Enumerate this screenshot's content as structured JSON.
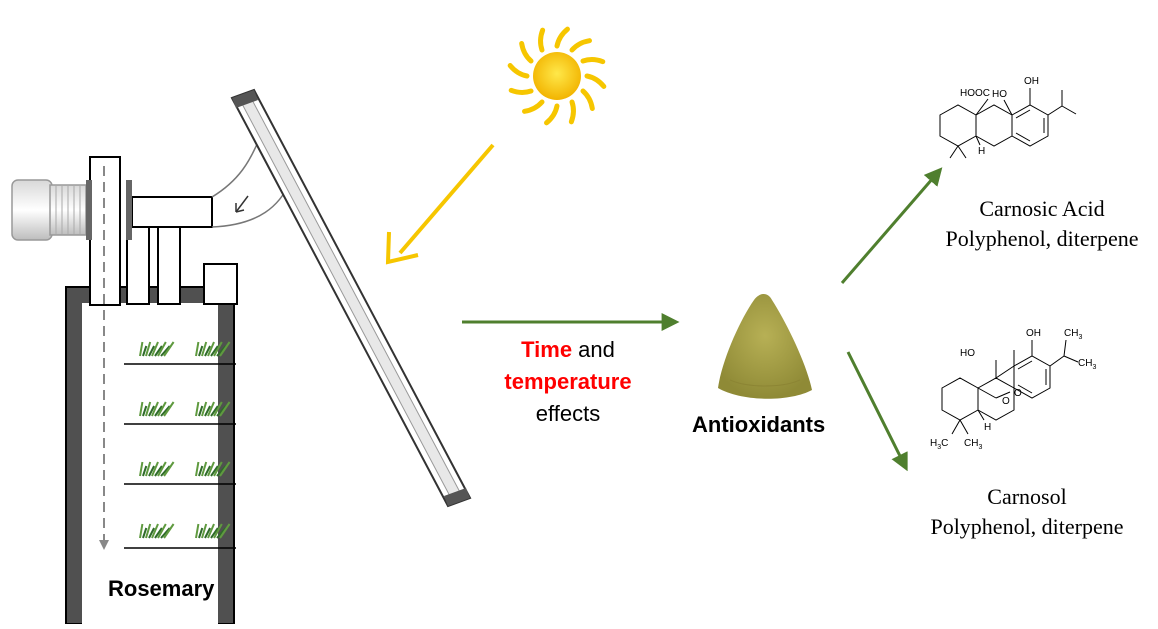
{
  "labels": {
    "rosemary": "Rosemary",
    "time": "Time",
    "and": " and",
    "temperature": "temperature",
    "effects": "effects",
    "antioxidants": "Antioxidants"
  },
  "compounds": [
    {
      "name": "Carnosic Acid",
      "class": "Polyphenol, diterpene"
    },
    {
      "name": "Carnosol",
      "class": "Polyphenol, diterpene"
    }
  ],
  "chem_labels": {
    "ca_oh": "OH",
    "ca_ho": "HO",
    "ca_hooc": "HOOC",
    "ca_h": "H",
    "cs_oh": "OH",
    "cs_ch3_top": "CH",
    "cs_ho": "HO",
    "cs_ch3_mid": "CH",
    "cs_o1": "O",
    "cs_o2": "O",
    "cs_h": "H",
    "cs_h3c": "H",
    "cs_ch3_bottom": "CH"
  },
  "colors": {
    "sun": "#f6c600",
    "sun_arrow": "#f6c600",
    "green_arrow": "#4f7f2e",
    "highlight_text": "#ff0000",
    "powder": "#a7a044"
  }
}
